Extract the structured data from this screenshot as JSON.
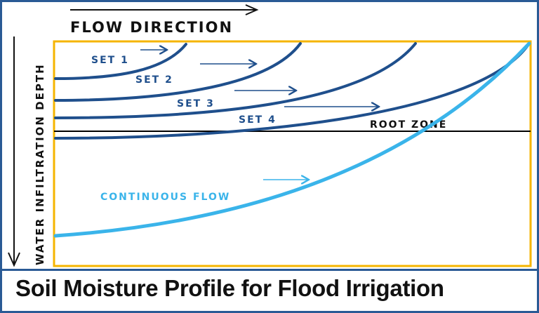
{
  "caption": "Soil Moisture Profile for Flood Irrigation",
  "labels": {
    "flow_direction": "FLOW DIRECTION",
    "depth_axis": "WATER INFILTRATION DEPTH",
    "root_zone": "ROOT ZONE",
    "continuous_flow": "CONTINUOUS FLOW"
  },
  "sets": [
    {
      "label": "SET 1"
    },
    {
      "label": "SET 2"
    },
    {
      "label": "SET 3"
    },
    {
      "label": "SET 4"
    }
  ],
  "colors": {
    "frame": "#2a5a95",
    "plot_border": "#f5b400",
    "set_curve": "#1f4f8c",
    "continuous_curve": "#3ab4ea",
    "root_zone_line": "#000000",
    "text": "#111111"
  }
}
